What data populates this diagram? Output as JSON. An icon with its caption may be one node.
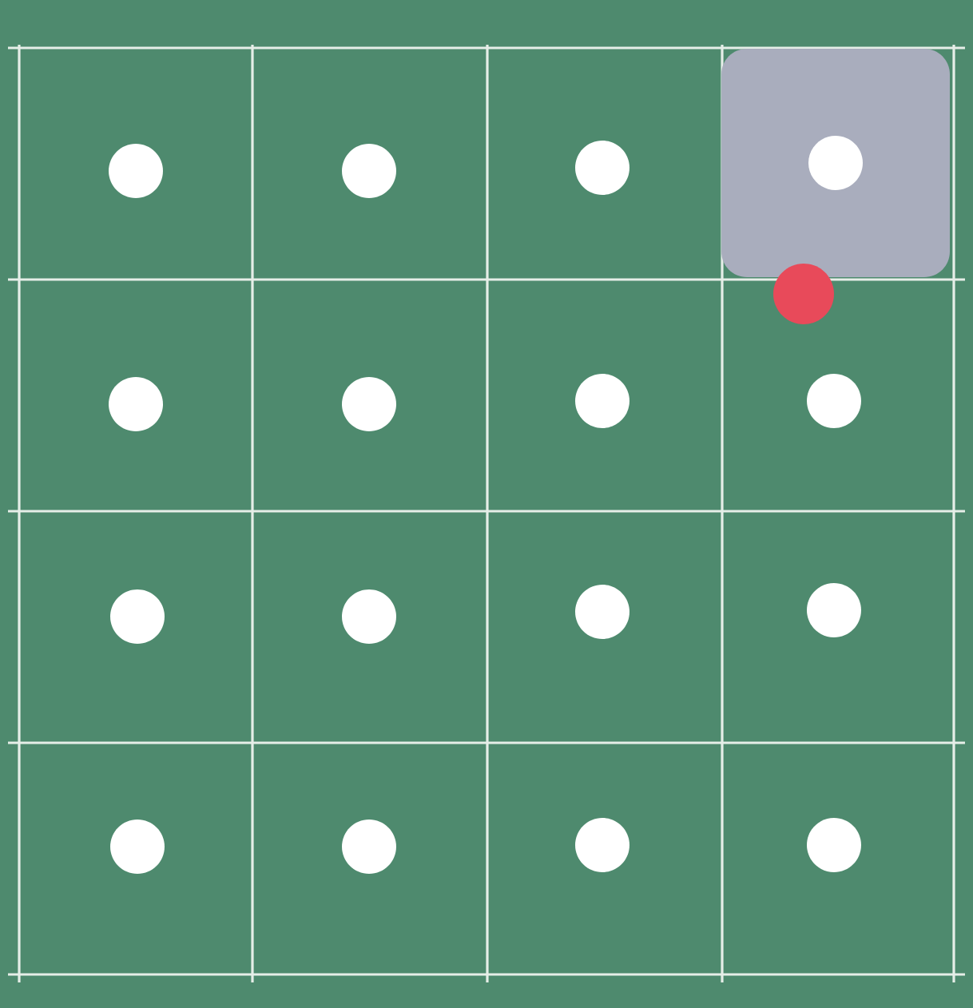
{
  "diagram": {
    "nodes": [
      {
        "text": [],
        "shape": "circle"
      },
      {
        "text": [],
        "shape": "circle"
      },
      {
        "text": [],
        "shape": "circle"
      },
      {
        "text": [],
        "shape": "box"
      },
      {
        "text": [],
        "shape": "circle",
        "in": 3
      },
      {
        "text": [],
        "shape": "circle"
      },
      {
        "text": [],
        "shape": "circle"
      },
      {
        "text": [],
        "shape": "circle"
      },
      {
        "text": [],
        "shape": "circle"
      },
      {
        "text": [],
        "shape": "circle"
      },
      {
        "text": [],
        "shape": "circle"
      },
      {
        "text": [],
        "shape": "circle"
      },
      {
        "text": [],
        "shape": "circle"
      },
      {
        "text": [],
        "shape": "circle"
      },
      {
        "text": [],
        "shape": "circle"
      },
      {
        "text": [],
        "shape": "circle"
      },
      {
        "text": [],
        "shape": "circle"
      },
      {
        "text": [],
        "shape": "circle"
      }
    ]
  }
}
